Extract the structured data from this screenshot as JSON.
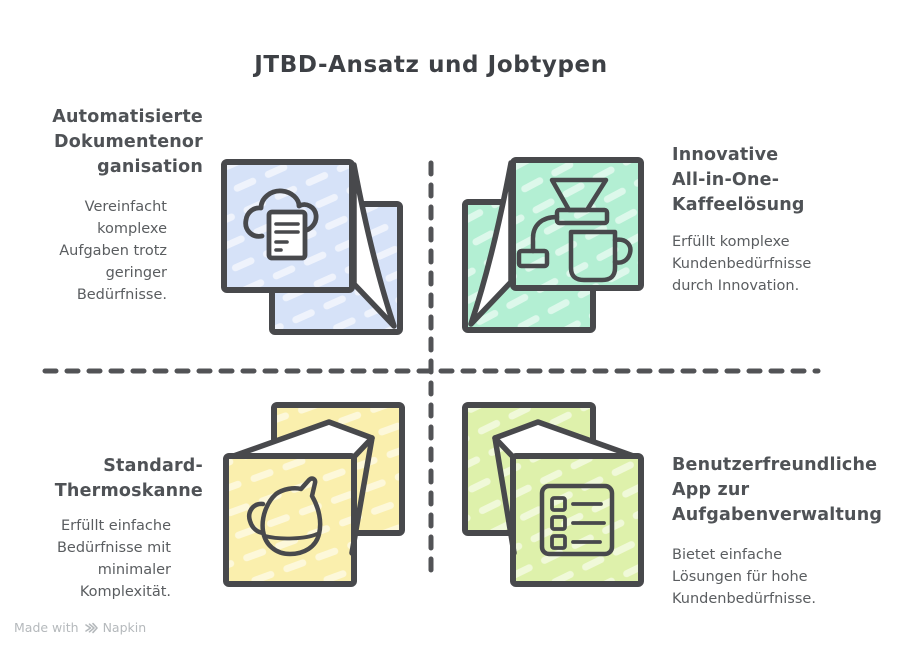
{
  "title": "JTBD-Ansatz und Jobtypen",
  "quadrants": [
    {
      "id": "top-left",
      "heading_lines": [
        "Automatisierte",
        "Dokumentenor",
        "ganisation"
      ],
      "body_lines": [
        "Vereinfacht",
        "komplexe",
        "Aufgaben trotz",
        "geringer",
        "Bedürfnisse."
      ],
      "icon": "cloud-document-sticker-icon",
      "fill": "#d6e2f8"
    },
    {
      "id": "top-right",
      "heading_lines": [
        "Innovative",
        "All-in-One-",
        "Kaffeelösung"
      ],
      "body_lines": [
        "Erfüllt komplexe",
        "Kundenbedürfnisse",
        "durch Innovation."
      ],
      "icon": "coffee-dripper-mug-sticker-icon",
      "fill": "#b3efd3"
    },
    {
      "id": "bottom-left",
      "heading_lines": [
        "Standard-",
        "Thermoskanne"
      ],
      "body_lines": [
        "Erfüllt einfache",
        "Bedürfnisse mit",
        "minimaler",
        "Komplexität."
      ],
      "icon": "milk-jug-sticker-icon",
      "fill": "#faefad"
    },
    {
      "id": "bottom-right",
      "heading_lines": [
        "Benutzerfreundliche",
        "App zur",
        "Aufgabenverwaltung"
      ],
      "body_lines": [
        "Bietet einfache",
        "Lösungen für hohe",
        "Kundenbedürfnisse."
      ],
      "icon": "checklist-sticker-icon",
      "fill": "#def1ab"
    }
  ],
  "axes": {
    "style": "dashed",
    "color": "#525356"
  },
  "colors": {
    "outline": "#48494c",
    "title_text": "#3d4045",
    "heading_text": "#4f5256",
    "body_text": "#5a5d60",
    "watermark_text": "#b5b9bc",
    "top_left_fill": "#d6e2f8",
    "top_right_fill": "#b3efd3",
    "bottom_left_fill": "#faefad",
    "bottom_right_fill": "#def1ab"
  },
  "watermark": {
    "prefix": "Made with",
    "brand": "Napkin"
  }
}
